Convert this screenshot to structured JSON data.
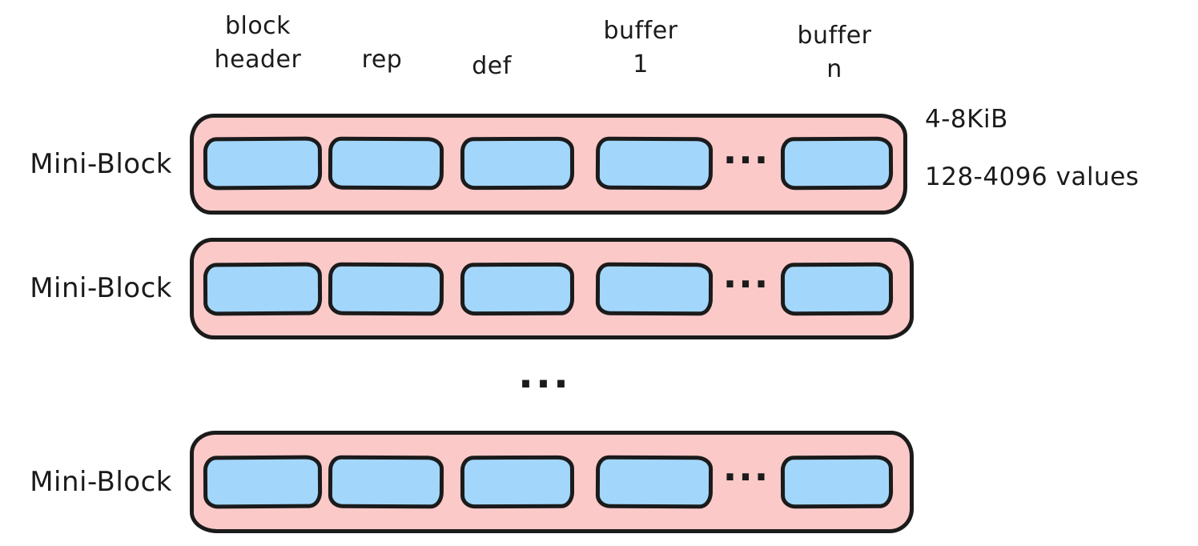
{
  "diagram": {
    "title_note": "mini-block layout diagram",
    "column_headers": [
      {
        "line1": "block",
        "line2": "header"
      },
      {
        "line1": "rep",
        "line2": ""
      },
      {
        "line1": "def",
        "line2": ""
      },
      {
        "line1": "buffer",
        "line2": "1"
      },
      {
        "line1": "buffer",
        "line2": "n"
      }
    ],
    "rows": [
      {
        "label": "Mini-Block"
      },
      {
        "label": "Mini-Block"
      },
      {
        "label": "Mini-Block"
      }
    ],
    "inner_ellipsis": "...",
    "rows_ellipsis": "...",
    "annotations": {
      "size": "4-8KiB",
      "values": "128-4096 values"
    },
    "colors": {
      "block_fill": "#fcc9c9",
      "buffer_fill": "#a3d6fb",
      "outline": "#1b1b1b",
      "background": "#ffffff"
    }
  }
}
